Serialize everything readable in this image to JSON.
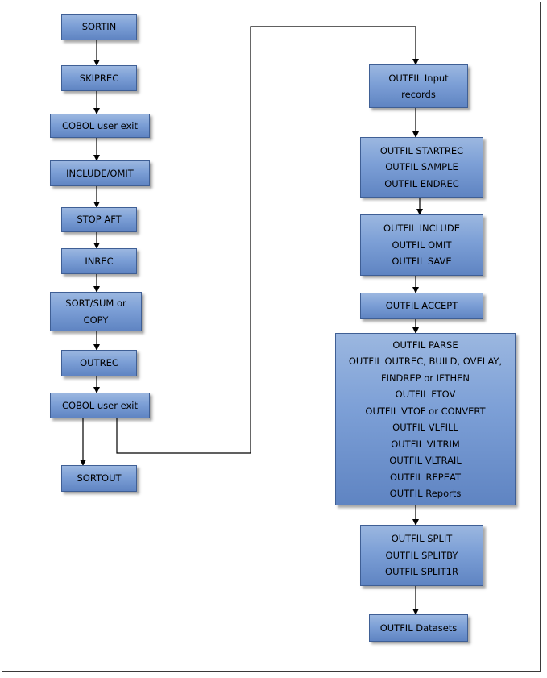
{
  "left_column": [
    {
      "id": "sortin",
      "lines": [
        "SORTIN"
      ]
    },
    {
      "id": "skiprec",
      "lines": [
        "SKIPREC"
      ]
    },
    {
      "id": "cobol-exit-1",
      "lines": [
        "COBOL user exit"
      ]
    },
    {
      "id": "include-omit",
      "lines": [
        "INCLUDE/OMIT"
      ]
    },
    {
      "id": "stop-aft",
      "lines": [
        "STOP AFT"
      ]
    },
    {
      "id": "inrec",
      "lines": [
        "INREC"
      ]
    },
    {
      "id": "sort-sum-copy",
      "lines": [
        "SORT/SUM or",
        "COPY"
      ]
    },
    {
      "id": "outrec",
      "lines": [
        "OUTREC"
      ]
    },
    {
      "id": "cobol-exit-2",
      "lines": [
        "COBOL user exit"
      ]
    },
    {
      "id": "sortout",
      "lines": [
        "SORTOUT"
      ]
    }
  ],
  "right_column": [
    {
      "id": "outfil-input",
      "lines": [
        "OUTFIL Input",
        "records"
      ]
    },
    {
      "id": "outfil-startrec",
      "lines": [
        "OUTFIL STARTREC",
        "OUTFIL SAMPLE",
        "OUTFIL ENDREC"
      ]
    },
    {
      "id": "outfil-include",
      "lines": [
        "OUTFIL INCLUDE",
        "OUTFIL OMIT",
        "OUTFIL SAVE"
      ]
    },
    {
      "id": "outfil-accept",
      "lines": [
        "OUTFIL ACCEPT"
      ]
    },
    {
      "id": "outfil-parse",
      "lines": [
        "OUTFIL PARSE",
        "OUTFIL OUTREC, BUILD, OVELAY,",
        "FINDREP or IFTHEN",
        "OUTFIL FTOV",
        "OUTFIL VTOF or CONVERT",
        "OUTFIL VLFILL",
        "OUTFIL VLTRIM",
        "OUTFIL VLTRAIL",
        "OUTFIL REPEAT",
        "OUTFIL Reports"
      ]
    },
    {
      "id": "outfil-split",
      "lines": [
        "OUTFIL SPLIT",
        "OUTFIL SPLITBY",
        "OUTFIL SPLIT1R"
      ]
    },
    {
      "id": "outfil-datasets",
      "lines": [
        "OUTFIL Datasets"
      ]
    }
  ]
}
